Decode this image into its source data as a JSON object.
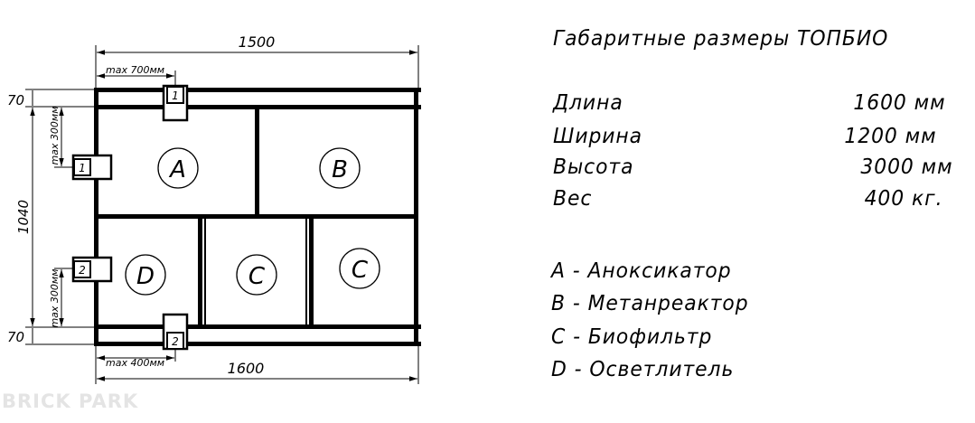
{
  "title": "Габаритные размеры ТОПБИО",
  "specs": [
    {
      "label": "Длина",
      "value": "1600 мм"
    },
    {
      "label": "Ширина",
      "value": "1200 мм"
    },
    {
      "label": "Высота",
      "value": "3000 мм"
    },
    {
      "label": "Вес",
      "value": "400 кг."
    }
  ],
  "legend": [
    "A - Аноксикатор",
    "B - Метанреактор",
    "C - Биофильтр",
    "D - Осветлитель"
  ],
  "dimensions": {
    "top_width": "1500",
    "bottom_width": "1600",
    "height": "1040",
    "top_margin": "70",
    "bottom_margin": "70",
    "max_top": "max 700мм",
    "max_bottom": "max 400мм",
    "max_left_upper": "max 300мм",
    "max_left_lower": "max 300мм"
  },
  "compartments": {
    "a": "A",
    "b": "B",
    "c1": "C",
    "c2": "C",
    "d": "D"
  },
  "ports": {
    "top": "1",
    "left_upper": "1",
    "left_lower": "2",
    "bottom": "2"
  },
  "watermark": "BRICK PARK"
}
